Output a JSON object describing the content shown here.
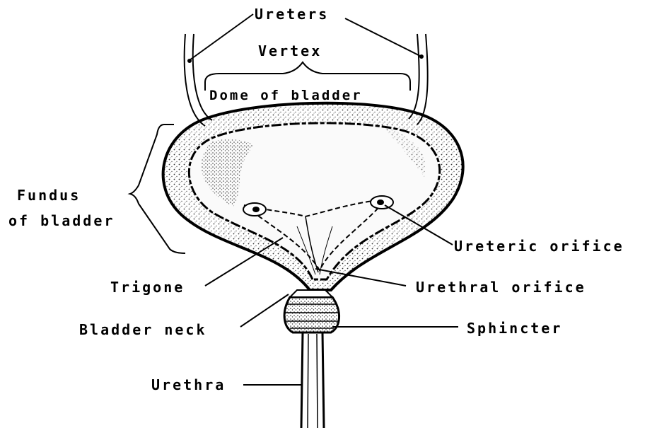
{
  "labels": {
    "ureters": "Ureters",
    "vertex": "Vertex",
    "dome": "Dome of bladder",
    "fundus_line1": "Fundus",
    "fundus_line2": "of bladder",
    "ureteric_orifice": "Ureteric orifice",
    "trigone": "Trigone",
    "urethral_orifice": "Urethral orifice",
    "bladder_neck": "Bladder neck",
    "sphincter": "Sphincter",
    "urethra": "Urethra"
  },
  "colors": {
    "ink": "#000000",
    "paper": "#ffffff",
    "stipple": "#5a5a5a"
  }
}
